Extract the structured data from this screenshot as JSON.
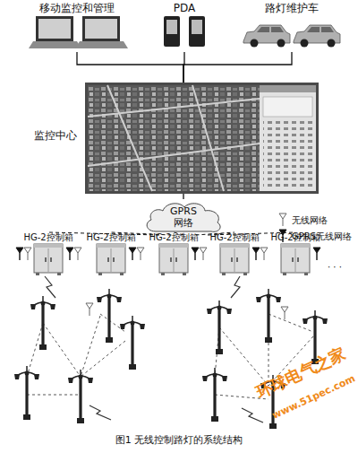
{
  "diagram": {
    "caption": "图1 无线控制路灯的系统结构",
    "nodes": [
      {
        "text": [
          "移动监控和管理"
        ]
      },
      {
        "text": [
          "PDA"
        ]
      },
      {
        "text": [
          "路灯维护车"
        ]
      },
      {
        "text": [
          "监控中心"
        ]
      },
      {
        "text": [
          "GPRS 网络"
        ]
      },
      {
        "text": [
          "HG-2控制箱"
        ]
      },
      {
        "text": [
          "HG-2控制箱"
        ]
      },
      {
        "text": [
          "HG-2控制箱"
        ]
      },
      {
        "text": [
          "HG-2控制箱"
        ]
      },
      {
        "text": [
          "HG-2控制箱"
        ]
      }
    ],
    "edges": [
      {
        "from": 0,
        "to": 3,
        "arrow": "none"
      },
      {
        "from": 1,
        "to": 3,
        "arrow": "none"
      },
      {
        "from": 2,
        "to": 3,
        "arrow": "none"
      },
      {
        "from": 3,
        "to": 4,
        "arrow": "none"
      },
      {
        "from": 4,
        "to": 5,
        "arrow": "none"
      },
      {
        "from": 4,
        "to": 6,
        "arrow": "none"
      },
      {
        "from": 4,
        "to": 7,
        "arrow": "none"
      },
      {
        "from": 4,
        "to": 8,
        "arrow": "none"
      },
      {
        "from": 4,
        "to": 9,
        "arrow": "none"
      }
    ],
    "labels": [
      "· · ·",
      "环球电气之家",
      "www.51pec.com"
    ],
    "legend": [
      {
        "text": "无线网络"
      },
      {
        "text": "GPRS无线网络"
      }
    ]
  }
}
